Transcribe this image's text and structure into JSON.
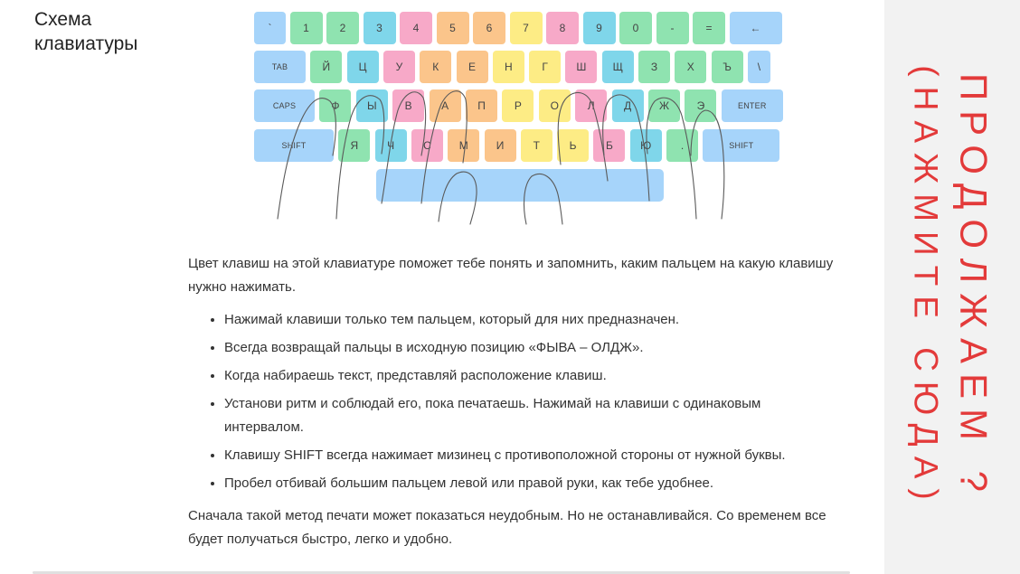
{
  "section_title": "Схема клавиатуры",
  "keyboard": {
    "rows": [
      [
        {
          "label": "`",
          "color": "#a6d4fa"
        },
        {
          "label": "1",
          "color": "#8fe3b0"
        },
        {
          "label": "2",
          "color": "#8fe3b0"
        },
        {
          "label": "3",
          "color": "#7fd6ea"
        },
        {
          "label": "4",
          "color": "#f7a9c8"
        },
        {
          "label": "5",
          "color": "#fbc58b"
        },
        {
          "label": "6",
          "color": "#fbc58b"
        },
        {
          "label": "7",
          "color": "#fdec85"
        },
        {
          "label": "8",
          "color": "#f7a9c8"
        },
        {
          "label": "9",
          "color": "#7fd6ea"
        },
        {
          "label": "0",
          "color": "#8fe3b0"
        },
        {
          "label": "-",
          "color": "#8fe3b0"
        },
        {
          "label": "=",
          "color": "#8fe3b0"
        },
        {
          "label": "←",
          "color": "#a6d4fa"
        }
      ],
      [
        {
          "label": "TAB",
          "color": "#a6d4fa"
        },
        {
          "label": "Й",
          "color": "#8fe3b0"
        },
        {
          "label": "Ц",
          "color": "#7fd6ea"
        },
        {
          "label": "У",
          "color": "#f7a9c8"
        },
        {
          "label": "К",
          "color": "#fbc58b"
        },
        {
          "label": "Е",
          "color": "#fbc58b"
        },
        {
          "label": "Н",
          "color": "#fdec85"
        },
        {
          "label": "Г",
          "color": "#fdec85"
        },
        {
          "label": "Ш",
          "color": "#f7a9c8"
        },
        {
          "label": "Щ",
          "color": "#7fd6ea"
        },
        {
          "label": "З",
          "color": "#8fe3b0"
        },
        {
          "label": "Х",
          "color": "#8fe3b0"
        },
        {
          "label": "Ъ",
          "color": "#8fe3b0"
        },
        {
          "label": "\\",
          "color": "#a6d4fa"
        }
      ],
      [
        {
          "label": "CAPS",
          "color": "#a6d4fa"
        },
        {
          "label": "Ф",
          "color": "#8fe3b0"
        },
        {
          "label": "Ы",
          "color": "#7fd6ea"
        },
        {
          "label": "В",
          "color": "#f7a9c8"
        },
        {
          "label": "А",
          "color": "#fbc58b"
        },
        {
          "label": "П",
          "color": "#fbc58b"
        },
        {
          "label": "Р",
          "color": "#fdec85"
        },
        {
          "label": "О",
          "color": "#fdec85"
        },
        {
          "label": "Л",
          "color": "#f7a9c8"
        },
        {
          "label": "Д",
          "color": "#7fd6ea"
        },
        {
          "label": "Ж",
          "color": "#8fe3b0"
        },
        {
          "label": "Э",
          "color": "#8fe3b0"
        },
        {
          "label": "ENTER",
          "color": "#a6d4fa"
        }
      ],
      [
        {
          "label": "SHIFT",
          "color": "#a6d4fa"
        },
        {
          "label": "Я",
          "color": "#8fe3b0"
        },
        {
          "label": "Ч",
          "color": "#7fd6ea"
        },
        {
          "label": "С",
          "color": "#f7a9c8"
        },
        {
          "label": "М",
          "color": "#fbc58b"
        },
        {
          "label": "И",
          "color": "#fbc58b"
        },
        {
          "label": "Т",
          "color": "#fdec85"
        },
        {
          "label": "Ь",
          "color": "#fdec85"
        },
        {
          "label": "Б",
          "color": "#f7a9c8"
        },
        {
          "label": "Ю",
          "color": "#7fd6ea"
        },
        {
          "label": ".",
          "color": "#8fe3b0"
        },
        {
          "label": "SHIFT",
          "color": "#a6d4fa"
        }
      ]
    ],
    "spacebar_color": "#a6d4fa"
  },
  "intro": "Цвет клавиш на этой клавиатуре поможет тебе понять и запомнить, каким пальцем на какую клавишу нужно нажимать.",
  "tips": [
    "Нажимай клавиши только тем пальцем, который для них предназначен.",
    "Всегда возвращай пальцы в исходную позицию «ФЫВА – ОЛДЖ».",
    "Когда набираешь текст, представляй расположение клавиш.",
    "Установи ритм и соблюдай его, пока печатаешь. Нажимай на клавиши с одинаковым интервалом.",
    "Клавишу SHIFT всегда нажимает мизинец с противоположной стороны от нужной буквы.",
    "Пробел отбивай большим пальцем левой или правой руки, как тебе удобнее."
  ],
  "outro": "Сначала такой метод печати может показаться неудобным. Но не останавливайся. Со временем все будет получаться быстро, легко и удобно.",
  "side_panel": {
    "line1": "ПРОДОЛЖАЕМ ?",
    "line2": "(НАЖМИТЕ СЮДА)",
    "text_color": "#e33a3a"
  }
}
